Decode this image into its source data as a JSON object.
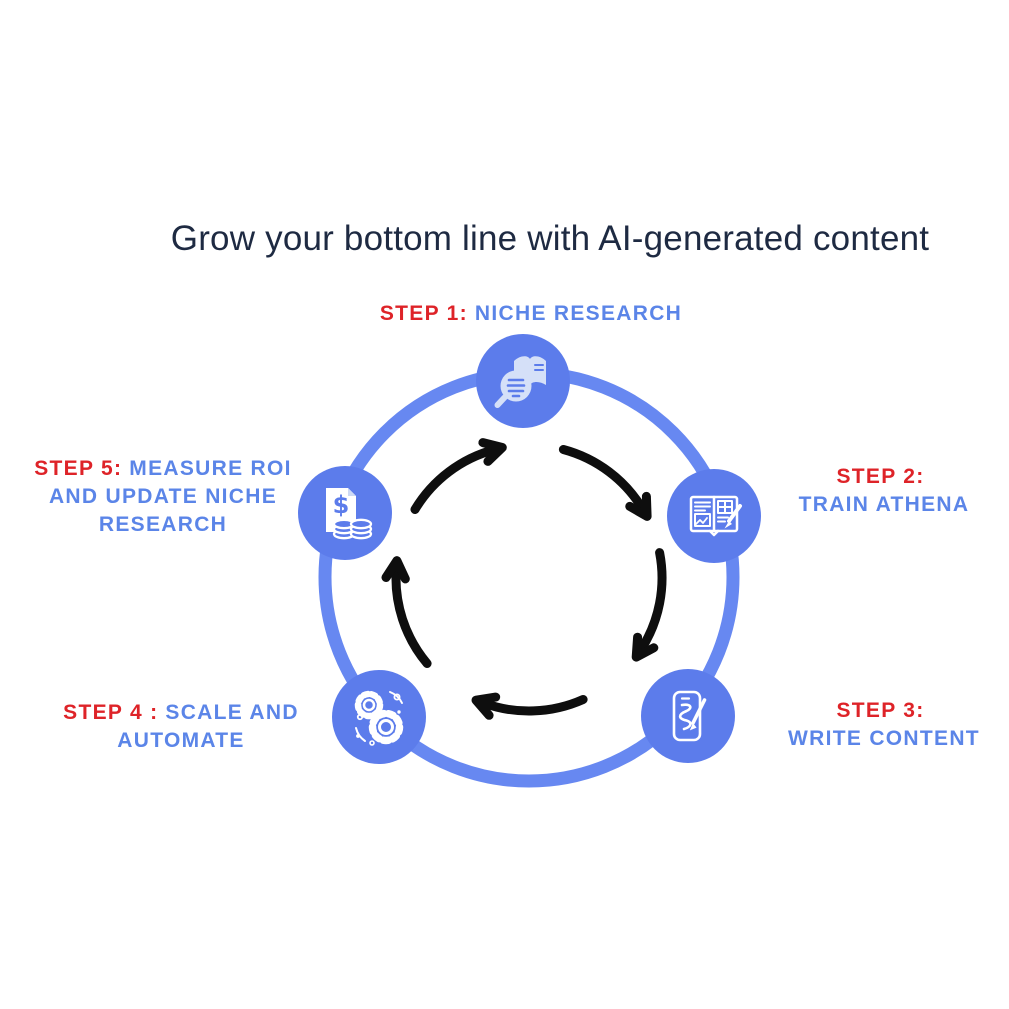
{
  "title": "Grow your bottom line with AI-generated content",
  "diagram": {
    "type": "cycle",
    "node_count": 5,
    "cycle_direction": "clockwise"
  },
  "colors": {
    "title_navy": "#1e2a42",
    "step_red": "#de2328",
    "step_blue": "#5b85e8",
    "node_blue": "#5c7ceb",
    "ring_blue": "#6788f1",
    "icon_light": "#d5e0f8",
    "arrow_black": "#0e0e0e"
  },
  "steps": [
    {
      "icon": "research-magnifier-icon",
      "full_label": "STEP 1: NICHE RESEARCH",
      "lines": [
        {
          "prefix": "STEP 1:",
          "text": "NICHE RESEARCH"
        }
      ]
    },
    {
      "icon": "training-book-icon",
      "full_label": "STEP 2: TRAIN ATHENA",
      "lines": [
        {
          "prefix": "STEP 2:"
        },
        {
          "text": "TRAIN ATHENA"
        }
      ]
    },
    {
      "icon": "write-content-icon",
      "full_label": "STEP 3: WRITE CONTENT",
      "lines": [
        {
          "prefix": "STEP 3:"
        },
        {
          "text": "WRITE CONTENT"
        }
      ]
    },
    {
      "icon": "automation-gears-icon",
      "full_label": "STEP 4 : SCALE AND AUTOMATE",
      "lines": [
        {
          "prefix": "STEP 4 :",
          "text": "SCALE AND"
        },
        {
          "text": "AUTOMATE"
        }
      ]
    },
    {
      "icon": "roi-money-icon",
      "full_label": "STEP 5: MEASURE ROI AND UPDATE NICHE RESEARCH",
      "lines": [
        {
          "prefix": "STEP 5:",
          "text": "MEASURE ROI"
        },
        {
          "text": "AND UPDATE NICHE"
        },
        {
          "text": "RESEARCH"
        }
      ]
    }
  ]
}
